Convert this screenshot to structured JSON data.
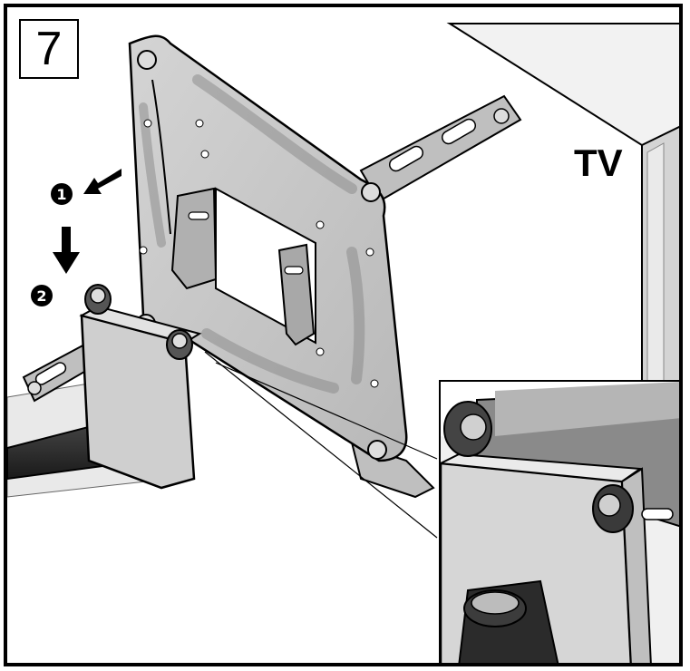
{
  "step": {
    "number": "7"
  },
  "labels": {
    "tv": "TV"
  },
  "callouts": [
    {
      "number": "1"
    },
    {
      "number": "2"
    }
  ],
  "colors": {
    "plate": "#c9c9c9",
    "plate_dark": "#9a9a9a",
    "arm": "#2b2b2b",
    "tv_panel": "#ffffff",
    "tv_edge": "#d6d6d6",
    "line": "#000000"
  }
}
